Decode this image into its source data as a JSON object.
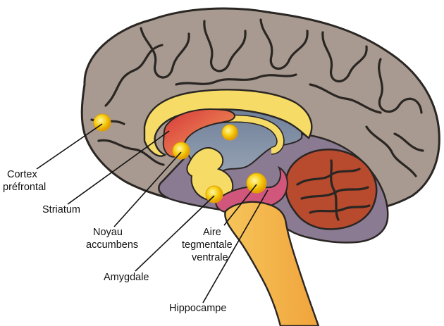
{
  "figure": {
    "labels": {
      "cortex_prefrontal": [
        "Cortex",
        "préfrontal"
      ],
      "striatum": [
        "Striatum"
      ],
      "noyau_accumbens": [
        "Noyau",
        "accumbens"
      ],
      "amygdale": [
        "Amygdale"
      ],
      "aire_tegmentale_ventrale": [
        "Aire",
        "tegmentale",
        "ventrale"
      ],
      "hippocampe": [
        "Hippocampe"
      ]
    }
  },
  "colors": {
    "cortex": "#a89a90",
    "limbic": "#8a7a92",
    "ventricle": "#7f8ea3",
    "white_matter": "#f6dc66",
    "cerebellum": "#b84a2e",
    "striatum": "#c74a3c",
    "brainstem": "#f3b84e",
    "marker": "#f5c400"
  }
}
